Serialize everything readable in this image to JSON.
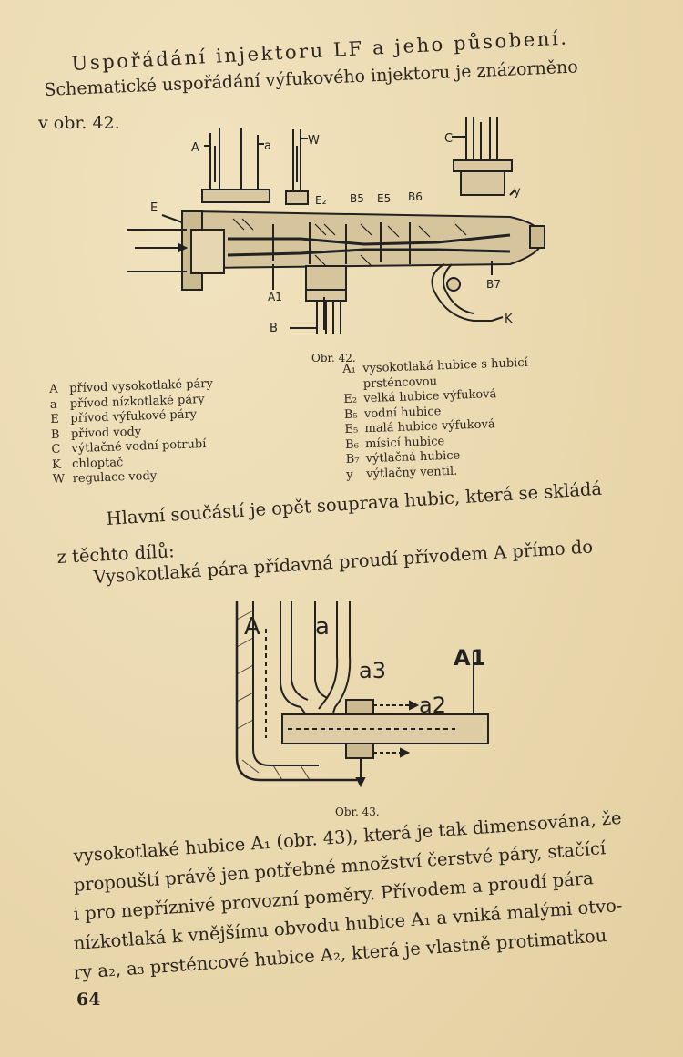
{
  "heading": "Uspořádání injektoru LF a jeho působení.",
  "intro_line1": "Schematické uspořádání výfukového injektoru je znázorněno",
  "intro_line2": "v obr. 42.",
  "figure42": {
    "caption": "Obr. 42.",
    "labels": {
      "A": "A",
      "a": "a",
      "W": "W",
      "C": "C",
      "E": "E",
      "E2": "E₂",
      "B5": "B5",
      "E5": "E5",
      "B6": "B6",
      "y": "y",
      "A1": "A1",
      "B7": "B7",
      "B": "B",
      "K": "K"
    }
  },
  "legend_left": [
    {
      "key": "A",
      "text": "přívod vysokotlaké páry"
    },
    {
      "key": "a",
      "text": "přívod nízkotlaké páry"
    },
    {
      "key": "E",
      "text": "přívod výfukové páry"
    },
    {
      "key": "B",
      "text": "přívod vody"
    },
    {
      "key": "C",
      "text": "výtlačné vodní potrubí"
    },
    {
      "key": "K",
      "text": "chloptač"
    },
    {
      "key": "W",
      "text": "regulace vody"
    }
  ],
  "legend_right": [
    {
      "key": "A₁",
      "text": "vysokotlaká hubice s hubicí"
    },
    {
      "key": "",
      "text": "prsténcovou"
    },
    {
      "key": "E₂",
      "text": "velká hubice výfuková"
    },
    {
      "key": "B₅",
      "text": "vodní hubice"
    },
    {
      "key": "E₅",
      "text": "malá hubice výfuková"
    },
    {
      "key": "B₆",
      "text": "mísicí hubice"
    },
    {
      "key": "B₇",
      "text": "výtlačná hubice"
    },
    {
      "key": "y",
      "text": "výtlačný ventil."
    }
  ],
  "para1_line1": "Hlavní součástí je opět souprava hubic, která se skládá",
  "para1_line2": "z těchto dílů:",
  "para2_line1": "Vysokotlaká pára přídavná proudí přívodem A přímo do",
  "figure43": {
    "caption": "Obr. 43.",
    "labels": {
      "A": "A",
      "a": "a",
      "a3": "a3",
      "A1": "A1",
      "a2": "a2"
    }
  },
  "body_lines": [
    "vysokotlaké hubice A₁ (obr. 43), která je tak dimensována, že",
    "propouští právě jen potřebné množství čerstvé páry, stačící",
    "i pro nepříznivé provozní poměry. Přívodem a proudí pára",
    "nízkotlaká k vnějšímu obvodu hubice A₁ a vniká malými otvo-",
    "ry a₂, a₃ prsténcové hubice A₂, která je vlastně protimatkou"
  ],
  "page_number": "64"
}
